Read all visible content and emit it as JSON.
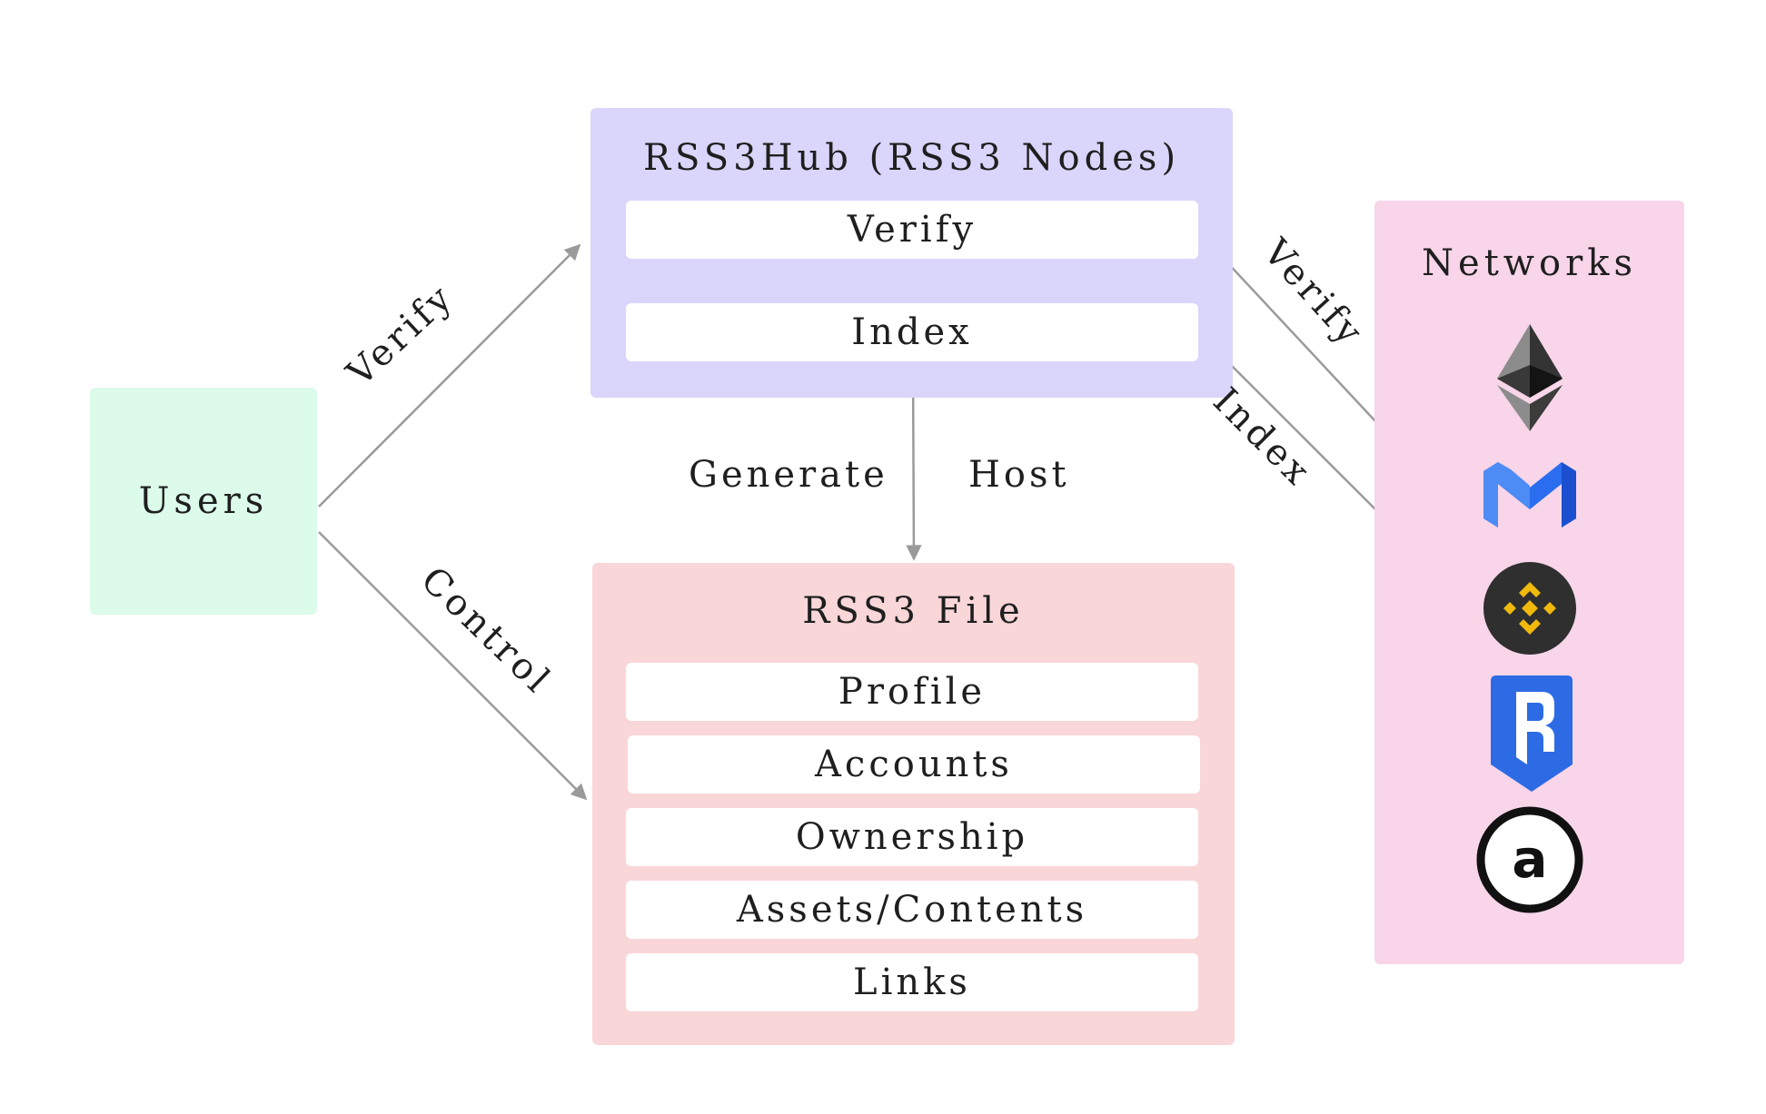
{
  "users": {
    "label": "Users"
  },
  "hub": {
    "title": "RSS3Hub (RSS3 Nodes)",
    "steps": [
      "Verify",
      "Index"
    ]
  },
  "file": {
    "title": "RSS3 File",
    "sections": [
      "Profile",
      "Accounts",
      "Ownership",
      "Assets/Contents",
      "Links"
    ]
  },
  "networks": {
    "title": "Networks",
    "icons": [
      "ethereum-icon",
      "matic-icon",
      "binance-icon",
      "ronin-icon",
      "arweave-icon"
    ]
  },
  "edges": {
    "users_to_hub": "Verify",
    "users_to_file": "Control",
    "hub_generate": "Generate",
    "hub_host": "Host",
    "networks_verify": "Verify",
    "networks_index": "Index"
  },
  "colors": {
    "users": "#dcfbeb",
    "hub": "#dad5fb",
    "file": "#f9d6d8",
    "networks": "#f8d5e9",
    "wire": "#9a9a9a"
  }
}
